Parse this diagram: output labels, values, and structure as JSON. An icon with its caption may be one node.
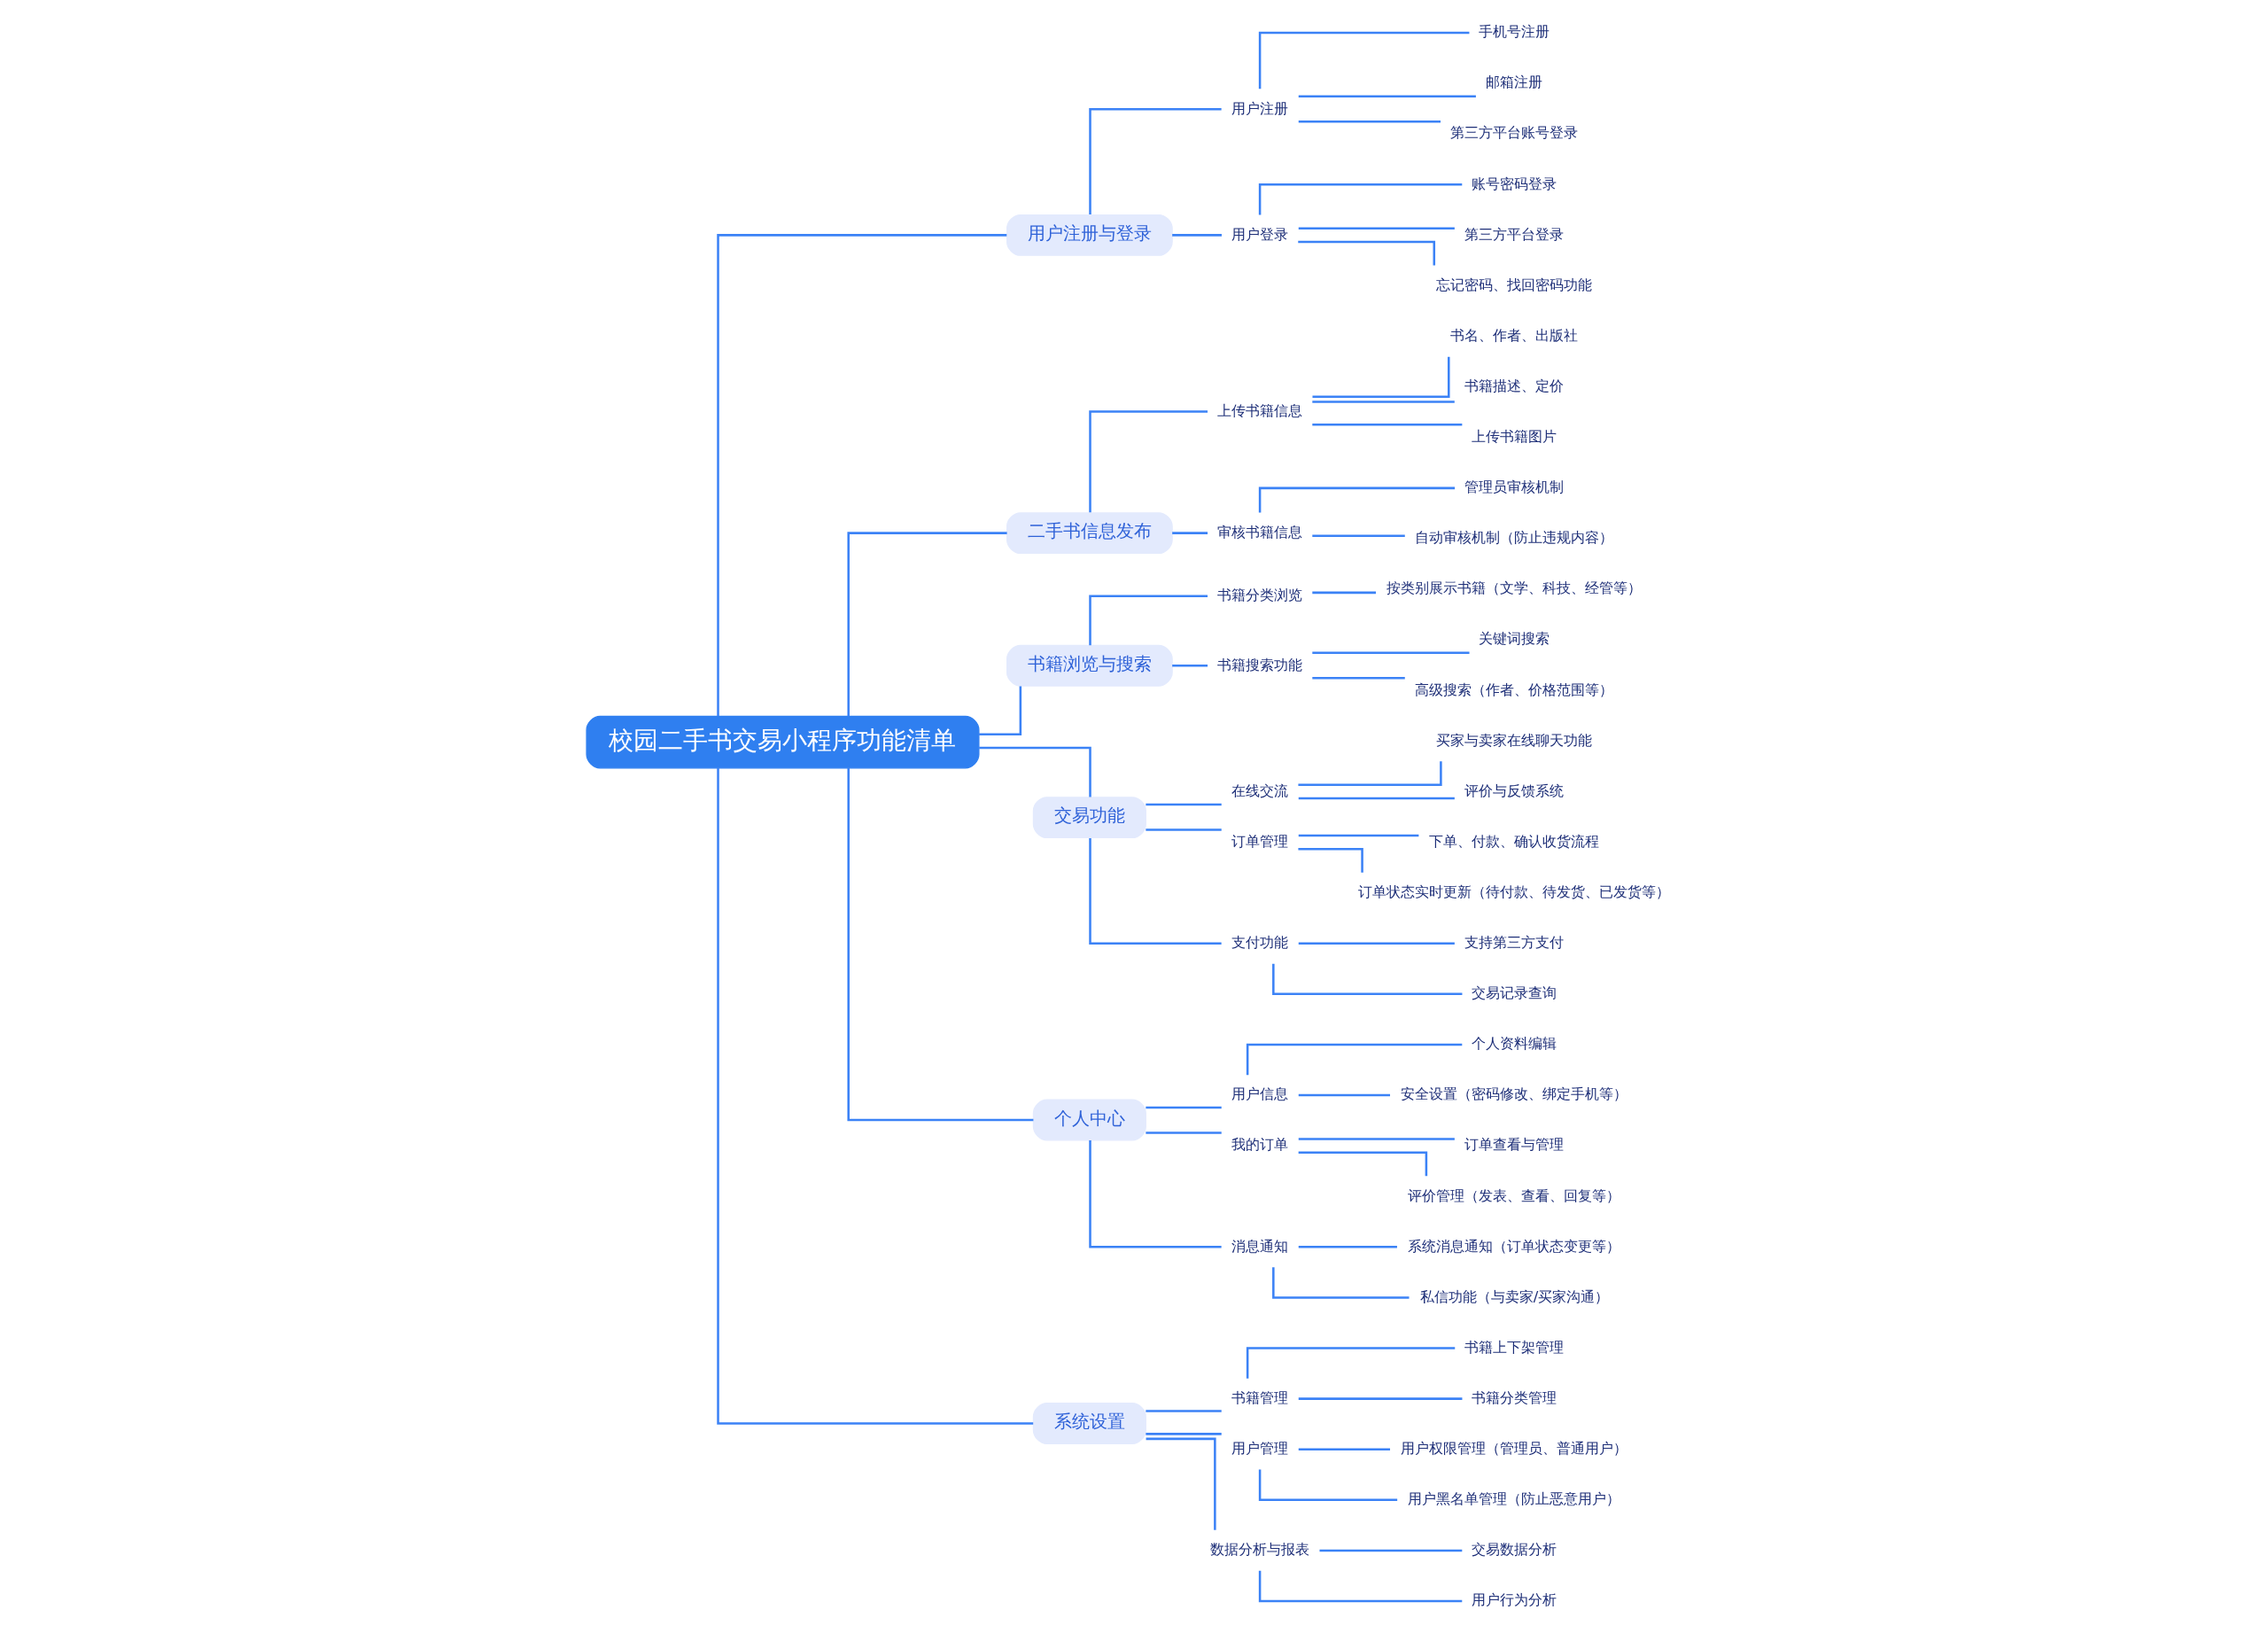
{
  "diagram": {
    "nodes": [
      {
        "text": [
          "校园二手书交易小程序功能清单"
        ]
      },
      {
        "text": [
          "用户注册与登录"
        ]
      },
      {
        "text": [
          "用户注册"
        ]
      },
      {
        "text": [
          "手机号注册"
        ]
      },
      {
        "text": [
          "邮箱注册"
        ]
      },
      {
        "text": [
          "第三方平台账号登录"
        ]
      },
      {
        "text": [
          "用户登录"
        ]
      },
      {
        "text": [
          "账号密码登录"
        ]
      },
      {
        "text": [
          "第三方平台登录"
        ]
      },
      {
        "text": [
          "忘记密码、找回密码功能"
        ]
      },
      {
        "text": [
          "二手书信息发布"
        ]
      },
      {
        "text": [
          "上传书籍信息"
        ]
      },
      {
        "text": [
          "书名、作者、出版社"
        ]
      },
      {
        "text": [
          "书籍描述、定价"
        ]
      },
      {
        "text": [
          "上传书籍图片"
        ]
      },
      {
        "text": [
          "审核书籍信息"
        ]
      },
      {
        "text": [
          "管理员审核机制"
        ]
      },
      {
        "text": [
          "自动审核机制（防止违规内容）"
        ]
      },
      {
        "text": [
          "书籍浏览与搜索"
        ]
      },
      {
        "text": [
          "书籍分类浏览"
        ]
      },
      {
        "text": [
          "按类别展示书籍（文学、科技、经管等）"
        ]
      },
      {
        "text": [
          "书籍搜索功能"
        ]
      },
      {
        "text": [
          "关键词搜索"
        ]
      },
      {
        "text": [
          "高级搜索（作者、价格范围等）"
        ]
      },
      {
        "text": [
          "交易功能"
        ]
      },
      {
        "text": [
          "在线交流"
        ]
      },
      {
        "text": [
          "买家与卖家在线聊天功能"
        ]
      },
      {
        "text": [
          "评价与反馈系统"
        ]
      },
      {
        "text": [
          "订单管理"
        ]
      },
      {
        "text": [
          "下单、付款、确认收货流程"
        ]
      },
      {
        "text": [
          "订单状态实时更新（待付款、待发货、已发货等）"
        ]
      },
      {
        "text": [
          "支付功能"
        ]
      },
      {
        "text": [
          "支持第三方支付"
        ]
      },
      {
        "text": [
          "交易记录查询"
        ]
      },
      {
        "text": [
          "个人中心"
        ]
      },
      {
        "text": [
          "用户信息"
        ]
      },
      {
        "text": [
          "个人资料编辑"
        ]
      },
      {
        "text": [
          "安全设置（密码修改、绑定手机等）"
        ]
      },
      {
        "text": [
          "我的订单"
        ]
      },
      {
        "text": [
          "订单查看与管理"
        ]
      },
      {
        "text": [
          "评价管理（发表、查看、回复等）"
        ]
      },
      {
        "text": [
          "消息通知"
        ]
      },
      {
        "text": [
          "系统消息通知（订单状态变更等）"
        ]
      },
      {
        "text": [
          "私信功能（与卖家/买家沟通）"
        ]
      },
      {
        "text": [
          "系统设置"
        ]
      },
      {
        "text": [
          "书籍管理"
        ]
      },
      {
        "text": [
          "书籍上下架管理"
        ]
      },
      {
        "text": [
          "书籍分类管理"
        ]
      },
      {
        "text": [
          "用户管理"
        ]
      },
      {
        "text": [
          "用户权限管理（管理员、普通用户）"
        ]
      },
      {
        "text": [
          "用户黑名单管理（防止恶意用户）"
        ]
      },
      {
        "text": [
          "数据分析与报表"
        ]
      },
      {
        "text": [
          "交易数据分析"
        ]
      },
      {
        "text": [
          "用户行为分析"
        ]
      }
    ],
    "edges": [
      {
        "from": 0,
        "to": 1,
        "arrow": "none"
      },
      {
        "from": 1,
        "to": 2,
        "arrow": "none"
      },
      {
        "from": 2,
        "to": 3,
        "arrow": "none"
      },
      {
        "from": 2,
        "to": 4,
        "arrow": "none"
      },
      {
        "from": 2,
        "to": 5,
        "arrow": "none"
      },
      {
        "from": 1,
        "to": 6,
        "arrow": "none"
      },
      {
        "from": 6,
        "to": 7,
        "arrow": "none"
      },
      {
        "from": 6,
        "to": 8,
        "arrow": "none"
      },
      {
        "from": 6,
        "to": 9,
        "arrow": "none"
      },
      {
        "from": 0,
        "to": 10,
        "arrow": "none"
      },
      {
        "from": 10,
        "to": 11,
        "arrow": "none"
      },
      {
        "from": 11,
        "to": 12,
        "arrow": "none"
      },
      {
        "from": 11,
        "to": 13,
        "arrow": "none"
      },
      {
        "from": 11,
        "to": 14,
        "arrow": "none"
      },
      {
        "from": 10,
        "to": 15,
        "arrow": "none"
      },
      {
        "from": 15,
        "to": 16,
        "arrow": "none"
      },
      {
        "from": 15,
        "to": 17,
        "arrow": "none"
      },
      {
        "from": 0,
        "to": 18,
        "arrow": "none"
      },
      {
        "from": 18,
        "to": 19,
        "arrow": "none"
      },
      {
        "from": 19,
        "to": 20,
        "arrow": "none"
      },
      {
        "from": 18,
        "to": 21,
        "arrow": "none"
      },
      {
        "from": 21,
        "to": 22,
        "arrow": "none"
      },
      {
        "from": 21,
        "to": 23,
        "arrow": "none"
      },
      {
        "from": 0,
        "to": 24,
        "arrow": "none"
      },
      {
        "from": 24,
        "to": 25,
        "arrow": "none"
      },
      {
        "from": 25,
        "to": 26,
        "arrow": "none"
      },
      {
        "from": 25,
        "to": 27,
        "arrow": "none"
      },
      {
        "from": 24,
        "to": 28,
        "arrow": "none"
      },
      {
        "from": 28,
        "to": 29,
        "arrow": "none"
      },
      {
        "from": 28,
        "to": 30,
        "arrow": "none"
      },
      {
        "from": 24,
        "to": 31,
        "arrow": "none"
      },
      {
        "from": 31,
        "to": 32,
        "arrow": "none"
      },
      {
        "from": 31,
        "to": 33,
        "arrow": "none"
      },
      {
        "from": 0,
        "to": 34,
        "arrow": "none"
      },
      {
        "from": 34,
        "to": 35,
        "arrow": "none"
      },
      {
        "from": 35,
        "to": 36,
        "arrow": "none"
      },
      {
        "from": 35,
        "to": 37,
        "arrow": "none"
      },
      {
        "from": 34,
        "to": 38,
        "arrow": "none"
      },
      {
        "from": 38,
        "to": 39,
        "arrow": "none"
      },
      {
        "from": 38,
        "to": 40,
        "arrow": "none"
      },
      {
        "from": 34,
        "to": 41,
        "arrow": "none"
      },
      {
        "from": 41,
        "to": 42,
        "arrow": "none"
      },
      {
        "from": 41,
        "to": 43,
        "arrow": "none"
      },
      {
        "from": 0,
        "to": 44,
        "arrow": "none"
      },
      {
        "from": 44,
        "to": 45,
        "arrow": "none"
      },
      {
        "from": 45,
        "to": 46,
        "arrow": "none"
      },
      {
        "from": 45,
        "to": 47,
        "arrow": "none"
      },
      {
        "from": 44,
        "to": 48,
        "arrow": "none"
      },
      {
        "from": 48,
        "to": 49,
        "arrow": "none"
      },
      {
        "from": 48,
        "to": 50,
        "arrow": "none"
      },
      {
        "from": 44,
        "to": 51,
        "arrow": "none"
      },
      {
        "from": 51,
        "to": 52,
        "arrow": "none"
      },
      {
        "from": 51,
        "to": 53,
        "arrow": "none"
      }
    ]
  }
}
